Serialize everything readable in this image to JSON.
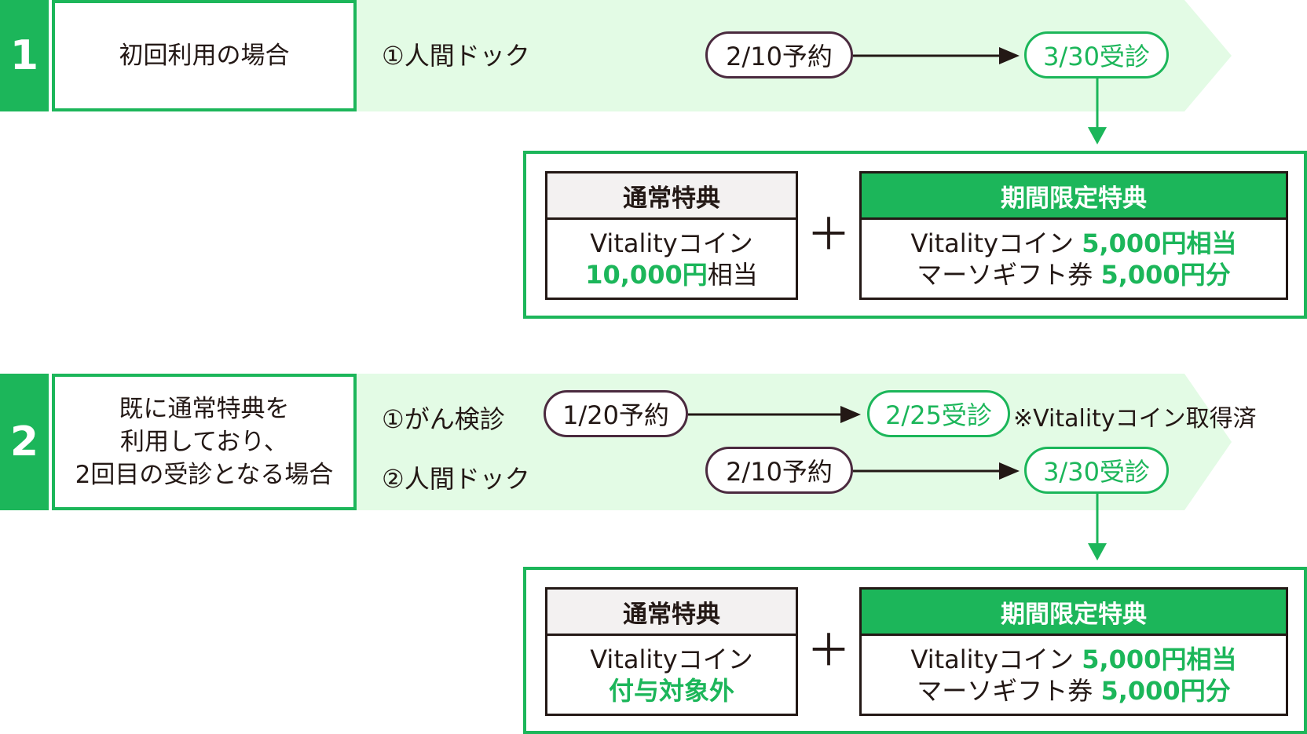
{
  "colors": {
    "accent": "#1cb65a",
    "band": "#e3fbe5",
    "pill_dark": "#4b2a3f",
    "text": "#231815"
  },
  "cases": [
    {
      "number": "1",
      "title": "初回利用の場合",
      "steps": [
        {
          "label": "①人間ドック",
          "reserve": "2/10予約",
          "visit": "3/30受診"
        }
      ],
      "normal": {
        "head": "通常特典",
        "line1": "Vitalityコイン",
        "line2_accent": "10,000円",
        "line2_rest": "相当"
      },
      "limited": {
        "head": "期間限定特典",
        "coin_label": "Vitalityコイン",
        "coin_value": "5,000円相当",
        "gift_label": "マーソギフト券",
        "gift_value": "5,000円分"
      }
    },
    {
      "number": "2",
      "title": "既に通常特典を\n利用しており、\n2回目の受診となる場合",
      "steps": [
        {
          "label": "①がん検診",
          "reserve": "1/20予約",
          "visit": "2/25受診",
          "note": "※Vitalityコイン取得済"
        },
        {
          "label": "②人間ドック",
          "reserve": "2/10予約",
          "visit": "3/30受診"
        }
      ],
      "normal": {
        "head": "通常特典",
        "line1": "Vitalityコイン",
        "line2_accent": "付与対象外",
        "line2_rest": ""
      },
      "limited": {
        "head": "期間限定特典",
        "coin_label": "Vitalityコイン",
        "coin_value": "5,000円相当",
        "gift_label": "マーソギフト券",
        "gift_value": "5,000円分"
      }
    }
  ],
  "plus_sign": "＋"
}
